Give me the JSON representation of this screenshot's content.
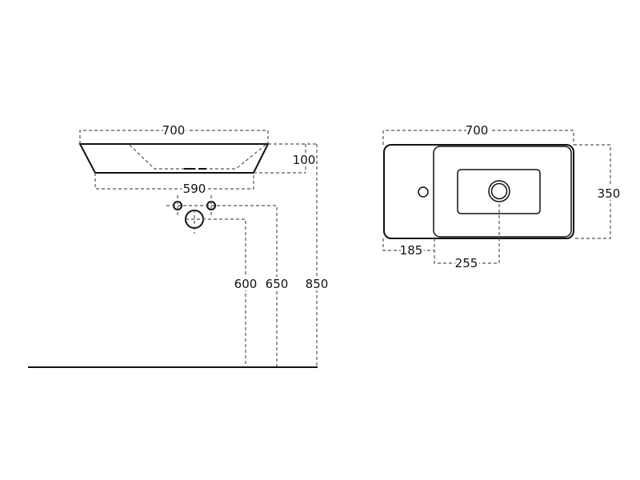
{
  "side_view": {
    "width_top": "700",
    "width_bottom": "590",
    "height": "100",
    "waste_height": "600",
    "supply_height": "650",
    "top_height": "850"
  },
  "top_view": {
    "width": "700",
    "depth": "350",
    "tap_offset": "185",
    "drain_offset": "255"
  }
}
